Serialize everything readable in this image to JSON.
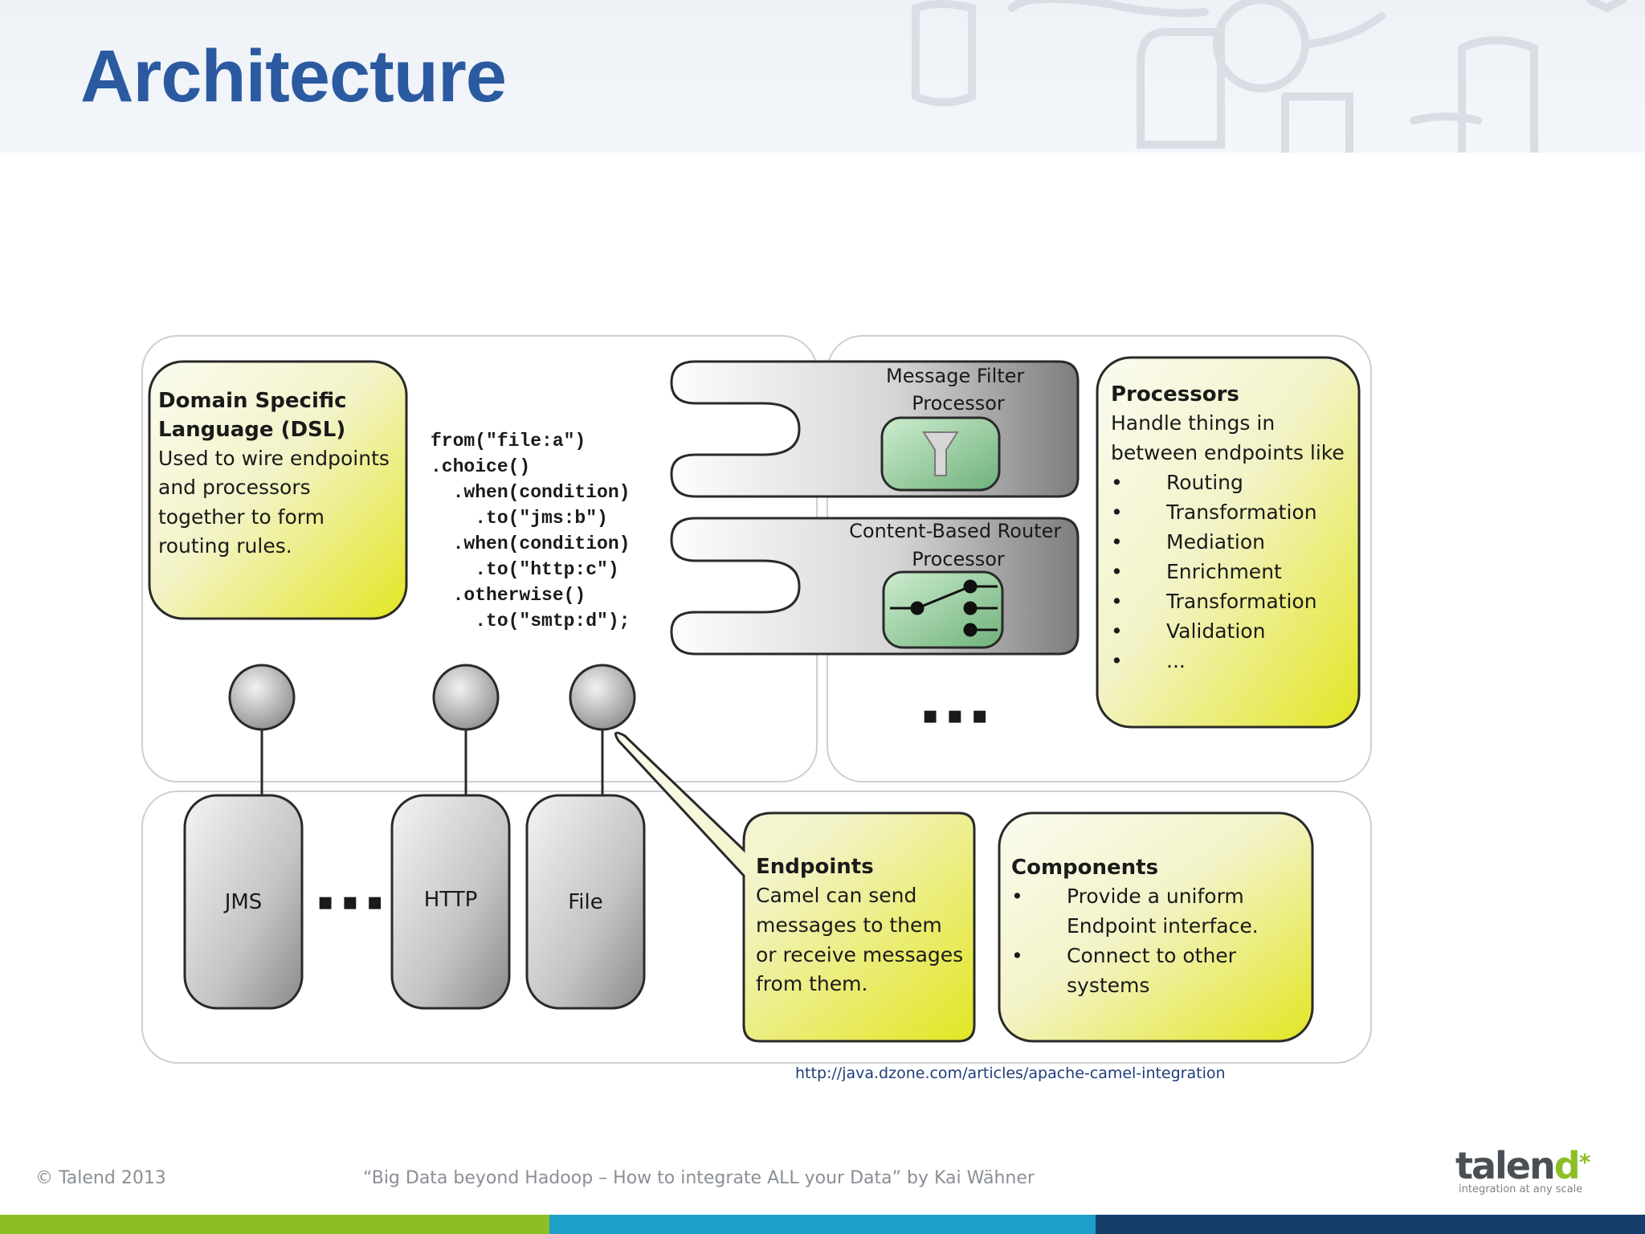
{
  "slide": {
    "title": "Architecture",
    "source_link": "http://java.dzone.com/articles/apache-camel-integration"
  },
  "dsl_box": {
    "heading_lines": [
      "Domain Specific",
      "Language (DSL)"
    ],
    "body_lines": [
      "Used to wire endpoints",
      "and processors",
      "together to form",
      "routing rules."
    ]
  },
  "code_lines": [
    "from(\"file:a\")",
    ".choice()",
    "  .when(condition)",
    "    .to(\"jms:b\")",
    "  .when(condition)",
    "    .to(\"http:c\")",
    "  .otherwise()",
    "    .to(\"smtp:d\");"
  ],
  "processors": {
    "filter_label_lines": [
      "Message Filter",
      "Processor"
    ],
    "router_label_lines": [
      "Content-Based Router",
      "Processor"
    ],
    "more": "▪ ▪ ▪"
  },
  "processors_box": {
    "heading": "Processors",
    "body_lines": [
      "Handle things in",
      "between endpoints like"
    ],
    "bullet": "•",
    "items": [
      "Routing",
      "Transformation",
      "Mediation",
      "Enrichment",
      "Transformation",
      "Validation",
      "..."
    ]
  },
  "components_row": {
    "jms": "JMS",
    "http": "HTTP",
    "file": "File",
    "more": "▪ ▪ ▪"
  },
  "endpoints_box": {
    "heading": "Endpoints",
    "body_lines": [
      "Camel can send",
      "messages to them",
      "or receive messages",
      "from them."
    ]
  },
  "components_box": {
    "heading": "Components",
    "bullet": "•",
    "items": [
      [
        "Provide a uniform",
        "Endpoint interface."
      ],
      [
        "Connect to other",
        "systems"
      ]
    ]
  },
  "footer": {
    "copyright": "© Talend 2013",
    "talk": "“Big Data beyond Hadoop – How to integrate ALL your Data” by Kai Wähner",
    "logo_main": "talen",
    "logo_accent": "d",
    "logo_star": "*",
    "logo_tagline": "integration at any scale"
  },
  "colors": {
    "title": "#2b5aa0",
    "callout_yellow": "#e4e831",
    "processor_green": "#8fcf9a",
    "band": [
      "#8cbf26",
      "#1c9fc9",
      "#1a6fa8",
      "#163e6b"
    ]
  }
}
